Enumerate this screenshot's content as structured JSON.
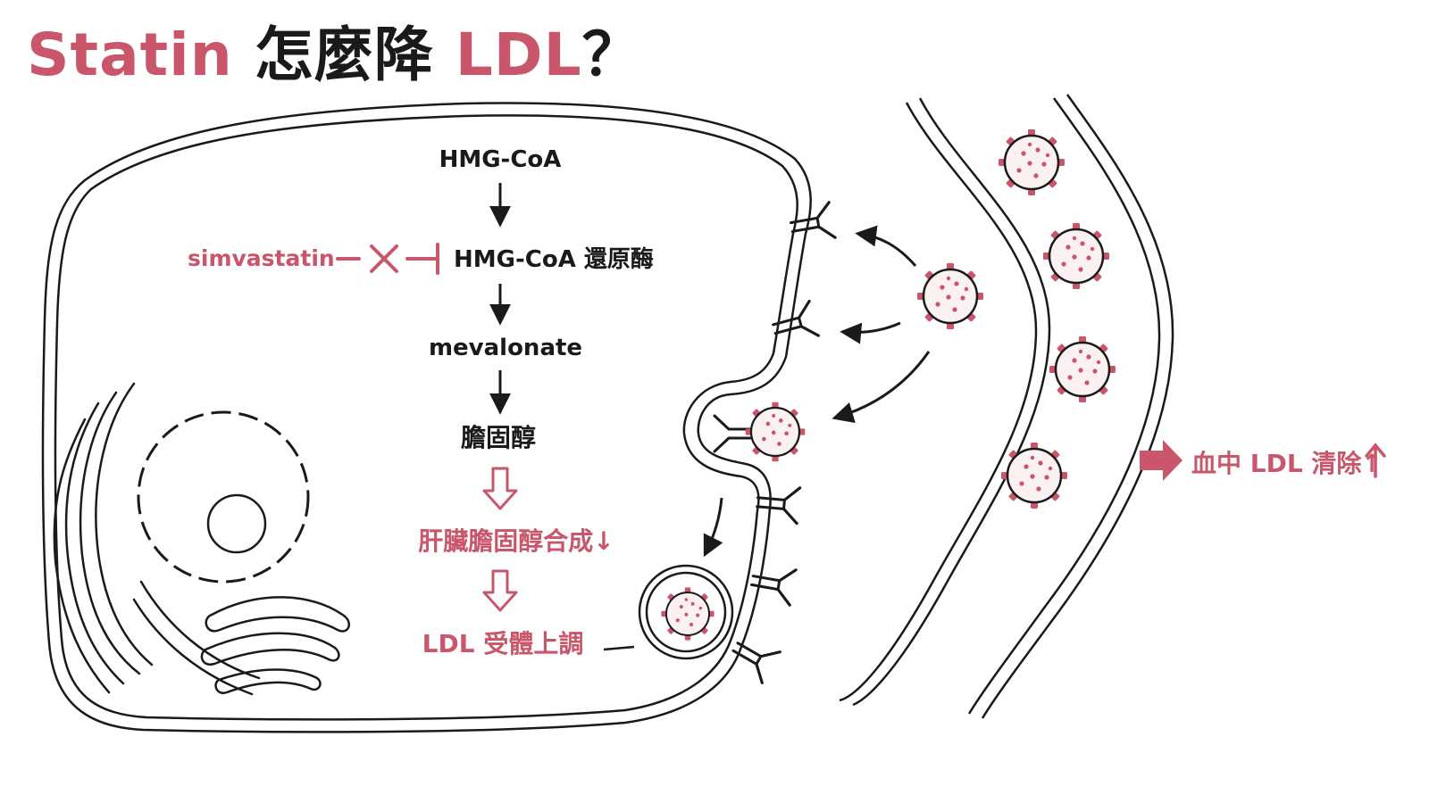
{
  "title": {
    "part1": "Statin",
    "part2": "怎麼降",
    "part3": "LDL",
    "part4": "？"
  },
  "pathway": {
    "step1": "HMG-CoA",
    "step2": "HMG-CoA 還原酶",
    "inhibitor": "simvastatin",
    "step3": "mevalonate",
    "step4": "膽固醇",
    "effect1": "肝臟膽固醇合成↓",
    "effect2": "LDL 受體上調"
  },
  "outcome": "血中 LDL 清除↑",
  "colors": {
    "accent": "#c9566a",
    "ink": "#1a1a1a",
    "particle_fill": "#fbf1f3"
  },
  "icons": [
    "inhibit-x-icon",
    "down-arrow-icon",
    "hollow-down-arrow-icon",
    "ldl-receptor-icon",
    "ldl-particle-icon",
    "right-arrow-icon"
  ]
}
